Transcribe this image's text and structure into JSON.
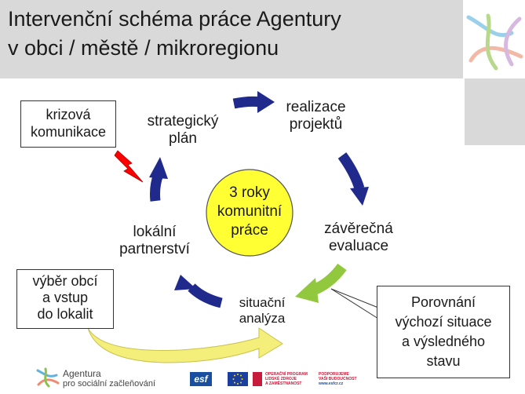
{
  "header": {
    "title_line1": "Intervenční schéma práce Agentury",
    "title_line2": "v obci / městě / mikroregionu"
  },
  "diagram": {
    "center": [
      "3 roky",
      "komunitní",
      "práce"
    ],
    "cycle_labels": {
      "strategic_plan": [
        "strategický",
        "plán"
      ],
      "project_realization": [
        "realizace",
        "projektů"
      ],
      "final_evaluation": [
        "závěrečná",
        "evaluace"
      ],
      "situation_analysis": [
        "situační",
        "analýza"
      ],
      "local_partnership": [
        "lokální",
        "partnerství"
      ]
    },
    "crisis_box": [
      "krizová",
      "komunikace"
    ],
    "entry_box": [
      "výběr obcí",
      "a vstup",
      "do lokalit"
    ],
    "compare_box": [
      "Porovnání",
      "výchozí situace",
      "a výsledného",
      "stavu"
    ],
    "colors": {
      "cycle_arrow": "#1f2a8c",
      "center_fill": "#ffff33",
      "green_arrow": "#92c83e",
      "yellow_arrow": "#f3ef7a",
      "lightning": "#ff0000",
      "header_bg": "#d9d9d9"
    }
  },
  "footer": {
    "agency_name_line1": "Agentura",
    "agency_name_line2": "pro sociální začleňování",
    "program_text": [
      "OPERAČNÍ PROGRAM",
      "LIDSKÉ ZDROJE",
      "A ZAMĚSTNANOST"
    ],
    "support_text": [
      "PODPORUJEME",
      "VAŠI BUDOUCNOST"
    ],
    "esf_label": "esf",
    "website": "www.esfcr.cz"
  }
}
